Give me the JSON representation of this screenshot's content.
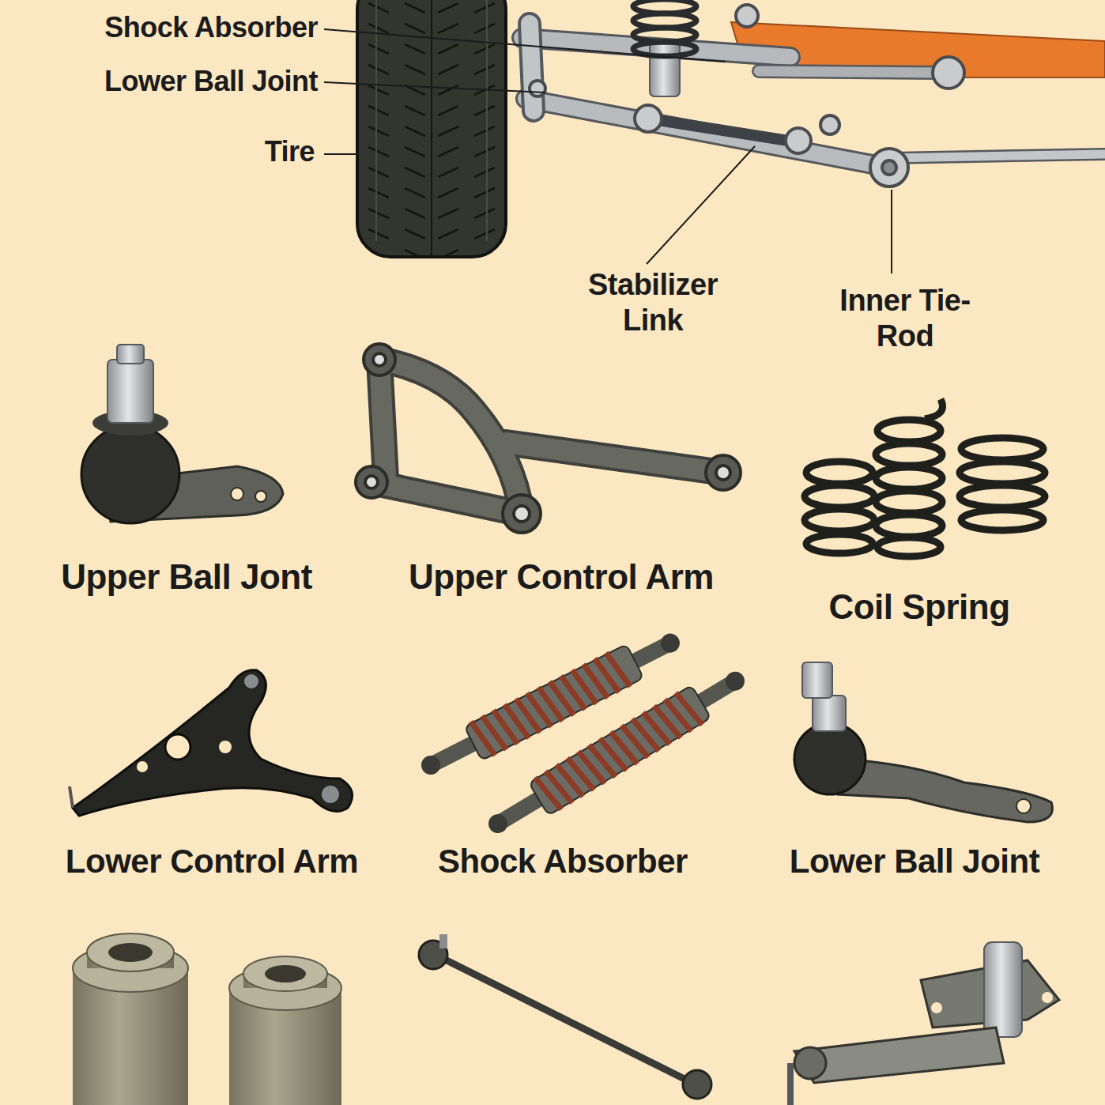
{
  "diagram": {
    "labels": [
      "Shock Absorber",
      "Lower Ball Joint",
      "Tire",
      "Stabilizer Link",
      "Inner Tie-Rod",
      "Upper Ball Jont",
      "Upper Control Arm",
      "Coil Spring",
      "Lower Control Arm",
      "Shock Absorber",
      "Lower Ball Joint"
    ]
  }
}
